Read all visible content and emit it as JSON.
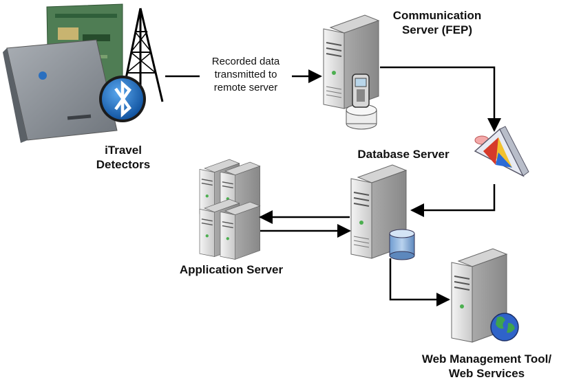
{
  "labels": {
    "detectors_line1": "iTravel",
    "detectors_line2": "Detectors",
    "comm_line1": "Communication",
    "comm_line2": "Server (FEP)",
    "database": "Database Server",
    "application": "Application Server",
    "web_line1": "Web Management Tool/",
    "web_line2": "Web Services"
  },
  "transmit_note": {
    "line1": "Recorded data",
    "line2": "transmitted to",
    "line3": "remote server"
  },
  "colors": {
    "arrow": "#000000",
    "bluetooth": "#1b6fc4",
    "server_body": "#e6e6e6",
    "database_cylinder": "#8fb4dc"
  }
}
